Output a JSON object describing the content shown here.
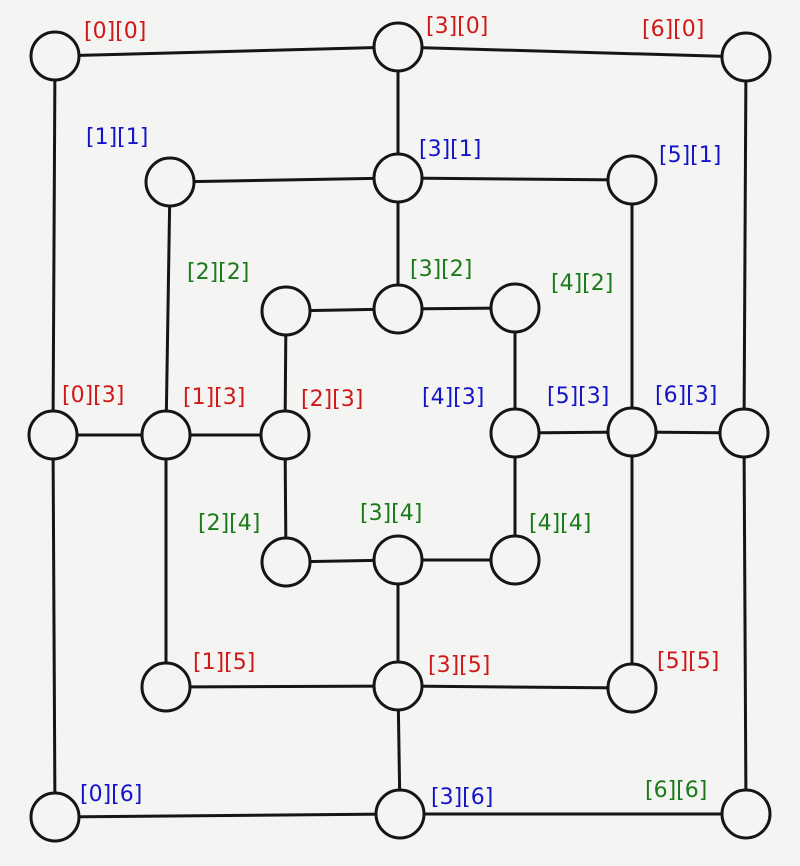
{
  "colors": {
    "red": "#d01818",
    "blue": "#1414c8",
    "green": "#1a7a1a",
    "line": "#151515",
    "background": "#f4f4f2"
  },
  "nodes": [
    {
      "id": "0-0",
      "label": "[0][0]",
      "color": "red"
    },
    {
      "id": "3-0",
      "label": "[3][0]",
      "color": "red"
    },
    {
      "id": "6-0",
      "label": "[6][0]",
      "color": "red"
    },
    {
      "id": "1-1",
      "label": "[1][1]",
      "color": "blue"
    },
    {
      "id": "3-1",
      "label": "[3][1]",
      "color": "blue"
    },
    {
      "id": "5-1",
      "label": "[5][1]",
      "color": "blue"
    },
    {
      "id": "2-2",
      "label": "[2][2]",
      "color": "green"
    },
    {
      "id": "3-2",
      "label": "[3][2]",
      "color": "green"
    },
    {
      "id": "4-2",
      "label": "[4][2]",
      "color": "green"
    },
    {
      "id": "0-3",
      "label": "[0][3]",
      "color": "red"
    },
    {
      "id": "1-3",
      "label": "[1][3]",
      "color": "red"
    },
    {
      "id": "2-3",
      "label": "[2][3]",
      "color": "red"
    },
    {
      "id": "4-3",
      "label": "[4][3]",
      "color": "blue"
    },
    {
      "id": "5-3",
      "label": "[5][3]",
      "color": "blue"
    },
    {
      "id": "6-3",
      "label": "[6][3]",
      "color": "blue"
    },
    {
      "id": "2-4",
      "label": "[2][4]",
      "color": "green"
    },
    {
      "id": "3-4",
      "label": "[3][4]",
      "color": "green"
    },
    {
      "id": "4-4",
      "label": "[4][4]",
      "color": "green"
    },
    {
      "id": "1-5",
      "label": "[1][5]",
      "color": "red"
    },
    {
      "id": "3-5",
      "label": "[3][5]",
      "color": "red"
    },
    {
      "id": "5-5",
      "label": "[5][5]",
      "color": "red"
    },
    {
      "id": "0-6",
      "label": "[0][6]",
      "color": "blue"
    },
    {
      "id": "3-6",
      "label": "[3][6]",
      "color": "blue"
    },
    {
      "id": "6-6",
      "label": "[6][6]",
      "color": "green"
    }
  ],
  "edges": [
    [
      "0-0",
      "3-0"
    ],
    [
      "3-0",
      "6-0"
    ],
    [
      "0-0",
      "0-3"
    ],
    [
      "0-3",
      "0-6"
    ],
    [
      "6-0",
      "6-3"
    ],
    [
      "6-3",
      "6-6"
    ],
    [
      "0-6",
      "3-6"
    ],
    [
      "3-6",
      "6-6"
    ],
    [
      "1-1",
      "3-1"
    ],
    [
      "3-1",
      "5-1"
    ],
    [
      "1-1",
      "1-3"
    ],
    [
      "1-3",
      "1-5"
    ],
    [
      "5-1",
      "5-3"
    ],
    [
      "5-3",
      "5-5"
    ],
    [
      "1-5",
      "3-5"
    ],
    [
      "3-5",
      "5-5"
    ],
    [
      "2-2",
      "3-2"
    ],
    [
      "3-2",
      "4-2"
    ],
    [
      "2-2",
      "2-3"
    ],
    [
      "2-3",
      "2-4"
    ],
    [
      "4-2",
      "4-3"
    ],
    [
      "4-3",
      "4-4"
    ],
    [
      "2-4",
      "3-4"
    ],
    [
      "3-4",
      "4-4"
    ],
    [
      "3-0",
      "3-1"
    ],
    [
      "3-1",
      "3-2"
    ],
    [
      "3-4",
      "3-5"
    ],
    [
      "3-5",
      "3-6"
    ],
    [
      "0-3",
      "1-3"
    ],
    [
      "1-3",
      "2-3"
    ],
    [
      "4-3",
      "5-3"
    ],
    [
      "5-3",
      "6-3"
    ]
  ]
}
